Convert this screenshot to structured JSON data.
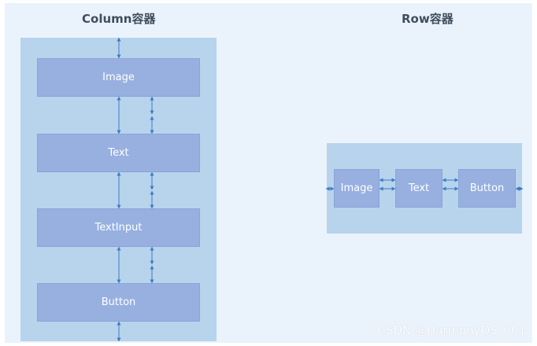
{
  "column": {
    "title": "Column容器",
    "items": [
      "Image",
      "Text",
      "TextInput",
      "Button"
    ]
  },
  "row": {
    "title": "Row容器",
    "items": [
      "Image",
      "Text",
      "Button"
    ]
  },
  "watermark": "CSDN @HarmonyOS_001",
  "colors": {
    "container": "#b8d3ec",
    "item": "#97b0e0",
    "arrow": "#3d7cc4"
  }
}
